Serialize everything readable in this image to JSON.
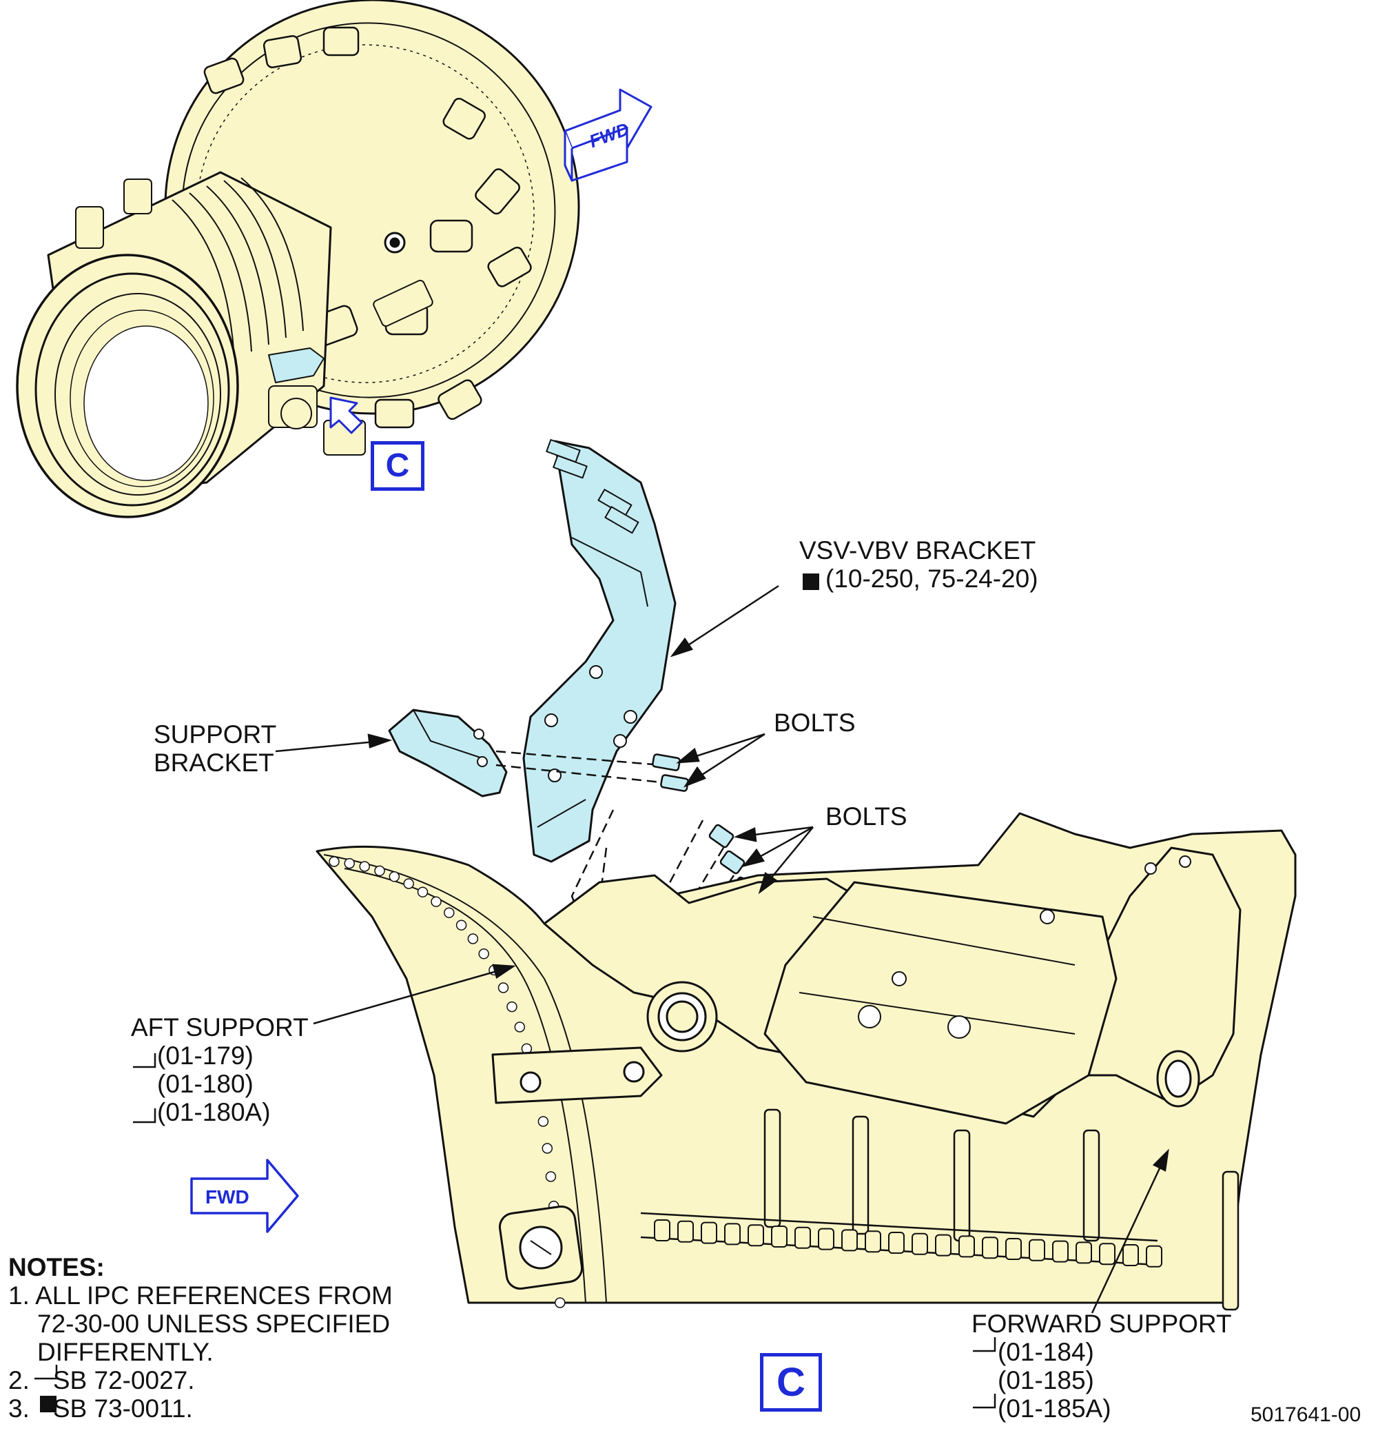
{
  "top_fwd_label": "FWD",
  "bottom_fwd_label": "FWD",
  "view_ref_top": "C",
  "view_ref_bottom": "C",
  "vsv_bracket": {
    "line1": "VSV-VBV BRACKET",
    "line2": "(10-250, 75-24-20)"
  },
  "support_bracket": {
    "line1": "SUPPORT",
    "line2": "BRACKET"
  },
  "bolts_upper": "BOLTS",
  "bolts_lower": "BOLTS",
  "aft_support": {
    "title": "AFT SUPPORT",
    "refs": [
      "(01-179)",
      "(01-180)",
      "(01-180A)"
    ]
  },
  "forward_support": {
    "title": "FORWARD SUPPORT",
    "refs": [
      "(01-184)",
      "(01-185)",
      "(01-185A)"
    ]
  },
  "notes": {
    "title": "NOTES:",
    "items": [
      "1. ALL IPC REFERENCES FROM",
      "72-30-00 UNLESS SPECIFIED",
      "DIFFERENTLY.",
      "2.",
      "SB 72-0027.",
      "3.",
      "SB 73-0011."
    ]
  },
  "figure_id": "5017641-00",
  "colors": {
    "engine_fill": "#fbf6c8",
    "bracket_fill": "#c5ecf3",
    "callout_blue": "#1f2bd6",
    "line": "#111111"
  },
  "icons": {
    "rev_marker": "triangle-revision-icon",
    "effectivity_marker": "square-effectivity-icon"
  }
}
